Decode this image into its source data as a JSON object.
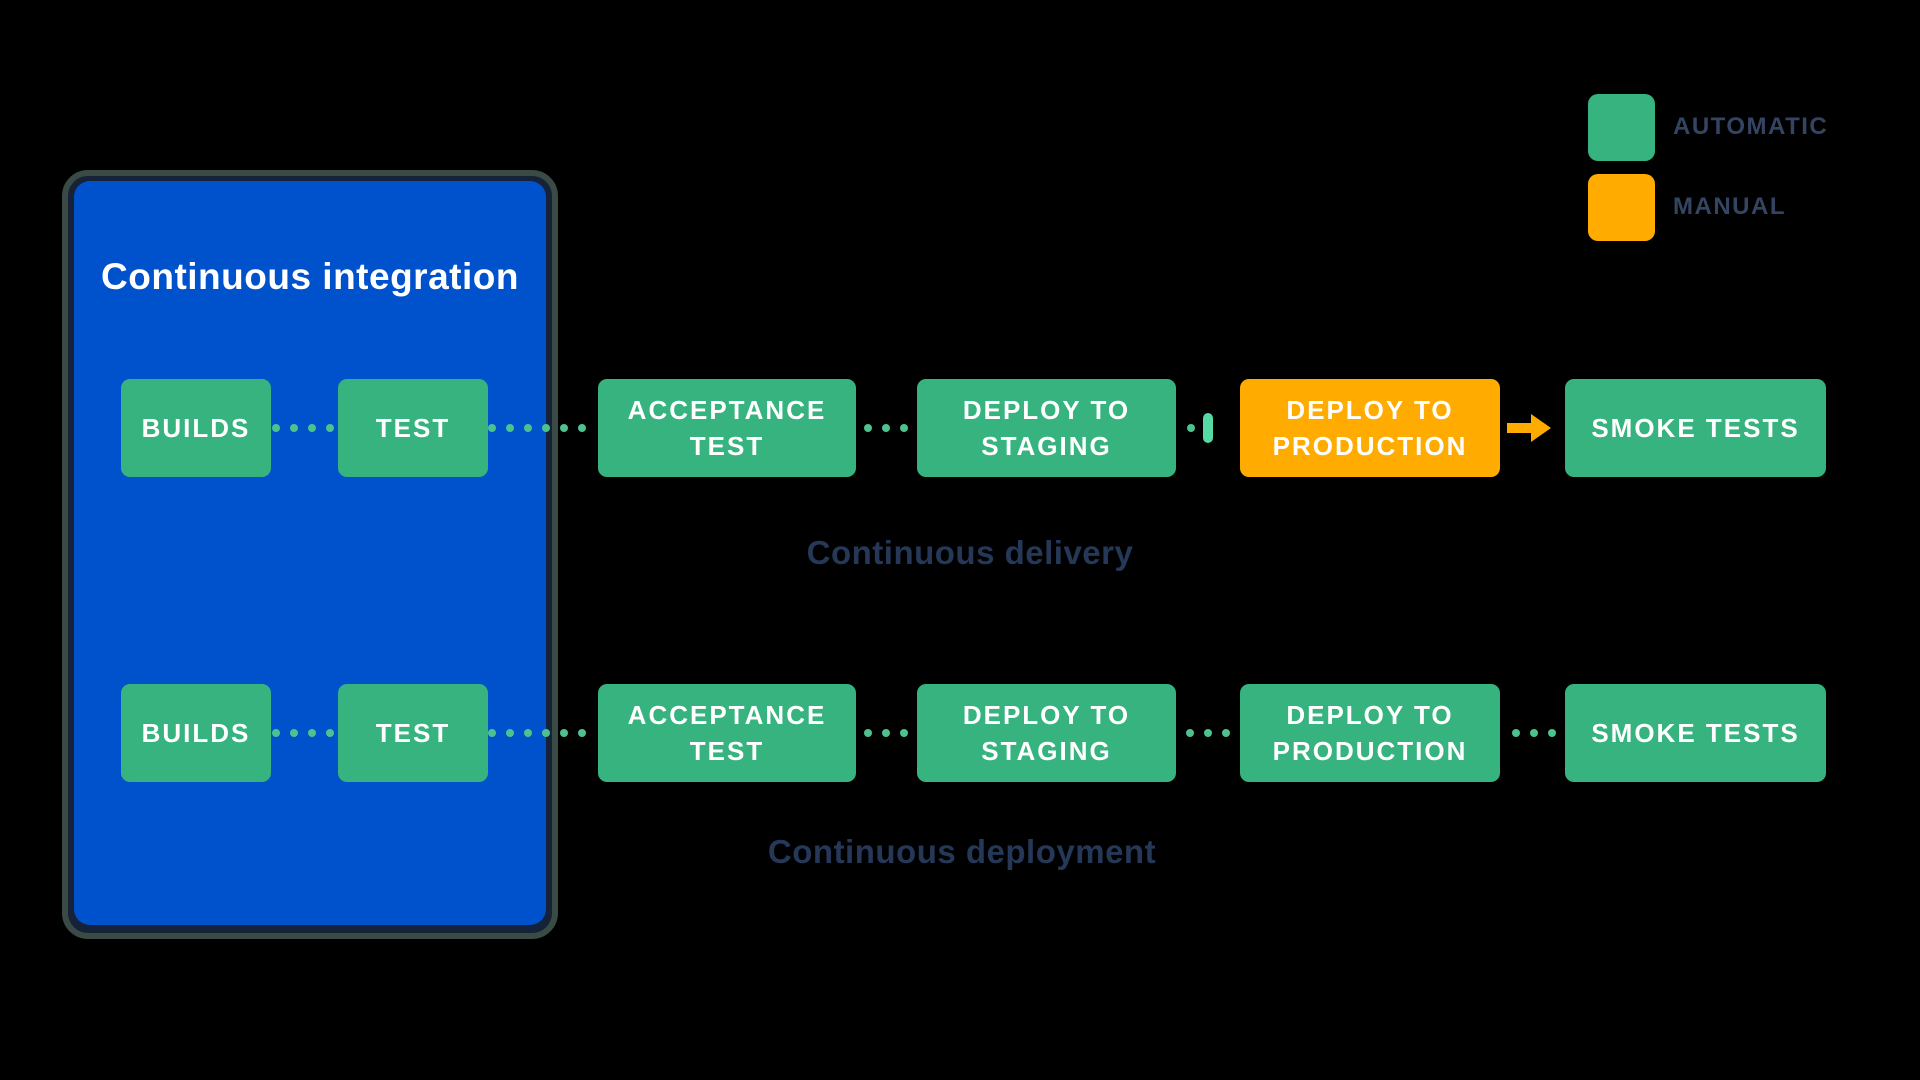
{
  "diagram": {
    "ci": {
      "title": "Continuous integration"
    },
    "delivery": {
      "caption": "Continuous delivery",
      "stages": [
        "BUILDS",
        "TEST",
        "ACCEPTANCE TEST",
        "DEPLOY TO STAGING",
        "DEPLOY TO PRODUCTION",
        "SMOKE TESTS"
      ],
      "deploy_to_production_mode": "manual"
    },
    "deployment": {
      "caption": "Continuous deployment",
      "stages": [
        "BUILDS",
        "TEST",
        "ACCEPTANCE TEST",
        "DEPLOY TO STAGING",
        "DEPLOY TO PRODUCTION",
        "SMOKE TESTS"
      ],
      "deploy_to_production_mode": "automatic"
    }
  },
  "legend": {
    "items": [
      {
        "label": "AUTOMATIC",
        "color": "#36B37E"
      },
      {
        "label": "MANUAL",
        "color": "#FFAB00"
      }
    ]
  },
  "colors": {
    "background": "#000000",
    "ci_background": "#0052CC",
    "ci_outline": "#3A4A44",
    "automatic": "#36B37E",
    "manual": "#FFAB00",
    "stage_text": "#FFFFFF",
    "ci_title_text": "#FFFFFF",
    "caption_text": "#253858",
    "legend_text": "#344563",
    "connector_dot": "#4CC38F",
    "pause_bar": "#57D9A3",
    "manual_arrow": "#FFAB00"
  }
}
